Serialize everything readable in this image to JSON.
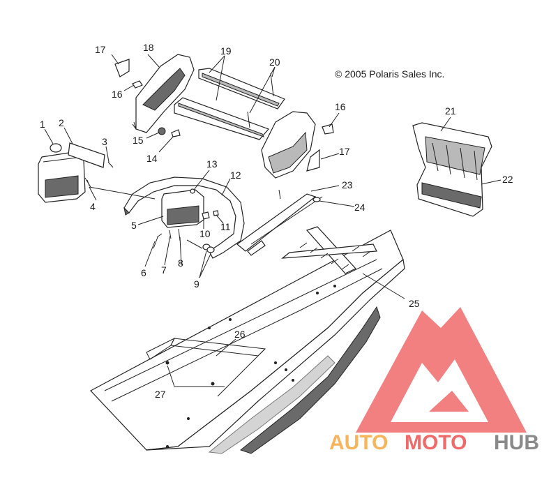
{
  "copyright": "© 2005 Polaris Sales Inc.",
  "callouts": [
    "1",
    "2",
    "3",
    "4",
    "5",
    "6",
    "7",
    "8",
    "9",
    "10",
    "11",
    "12",
    "13",
    "14",
    "15",
    "16",
    "16",
    "17",
    "17",
    "18",
    "19",
    "20",
    "21",
    "22",
    "23",
    "24",
    "25",
    "26",
    "27"
  ],
  "watermark": {
    "part1": "AUTO",
    "part2": "MOTO",
    "part3": "HUB",
    "color_red": "#f06a6a",
    "color_orange": "#f8b45a",
    "color_gray": "#8a8a8a"
  }
}
